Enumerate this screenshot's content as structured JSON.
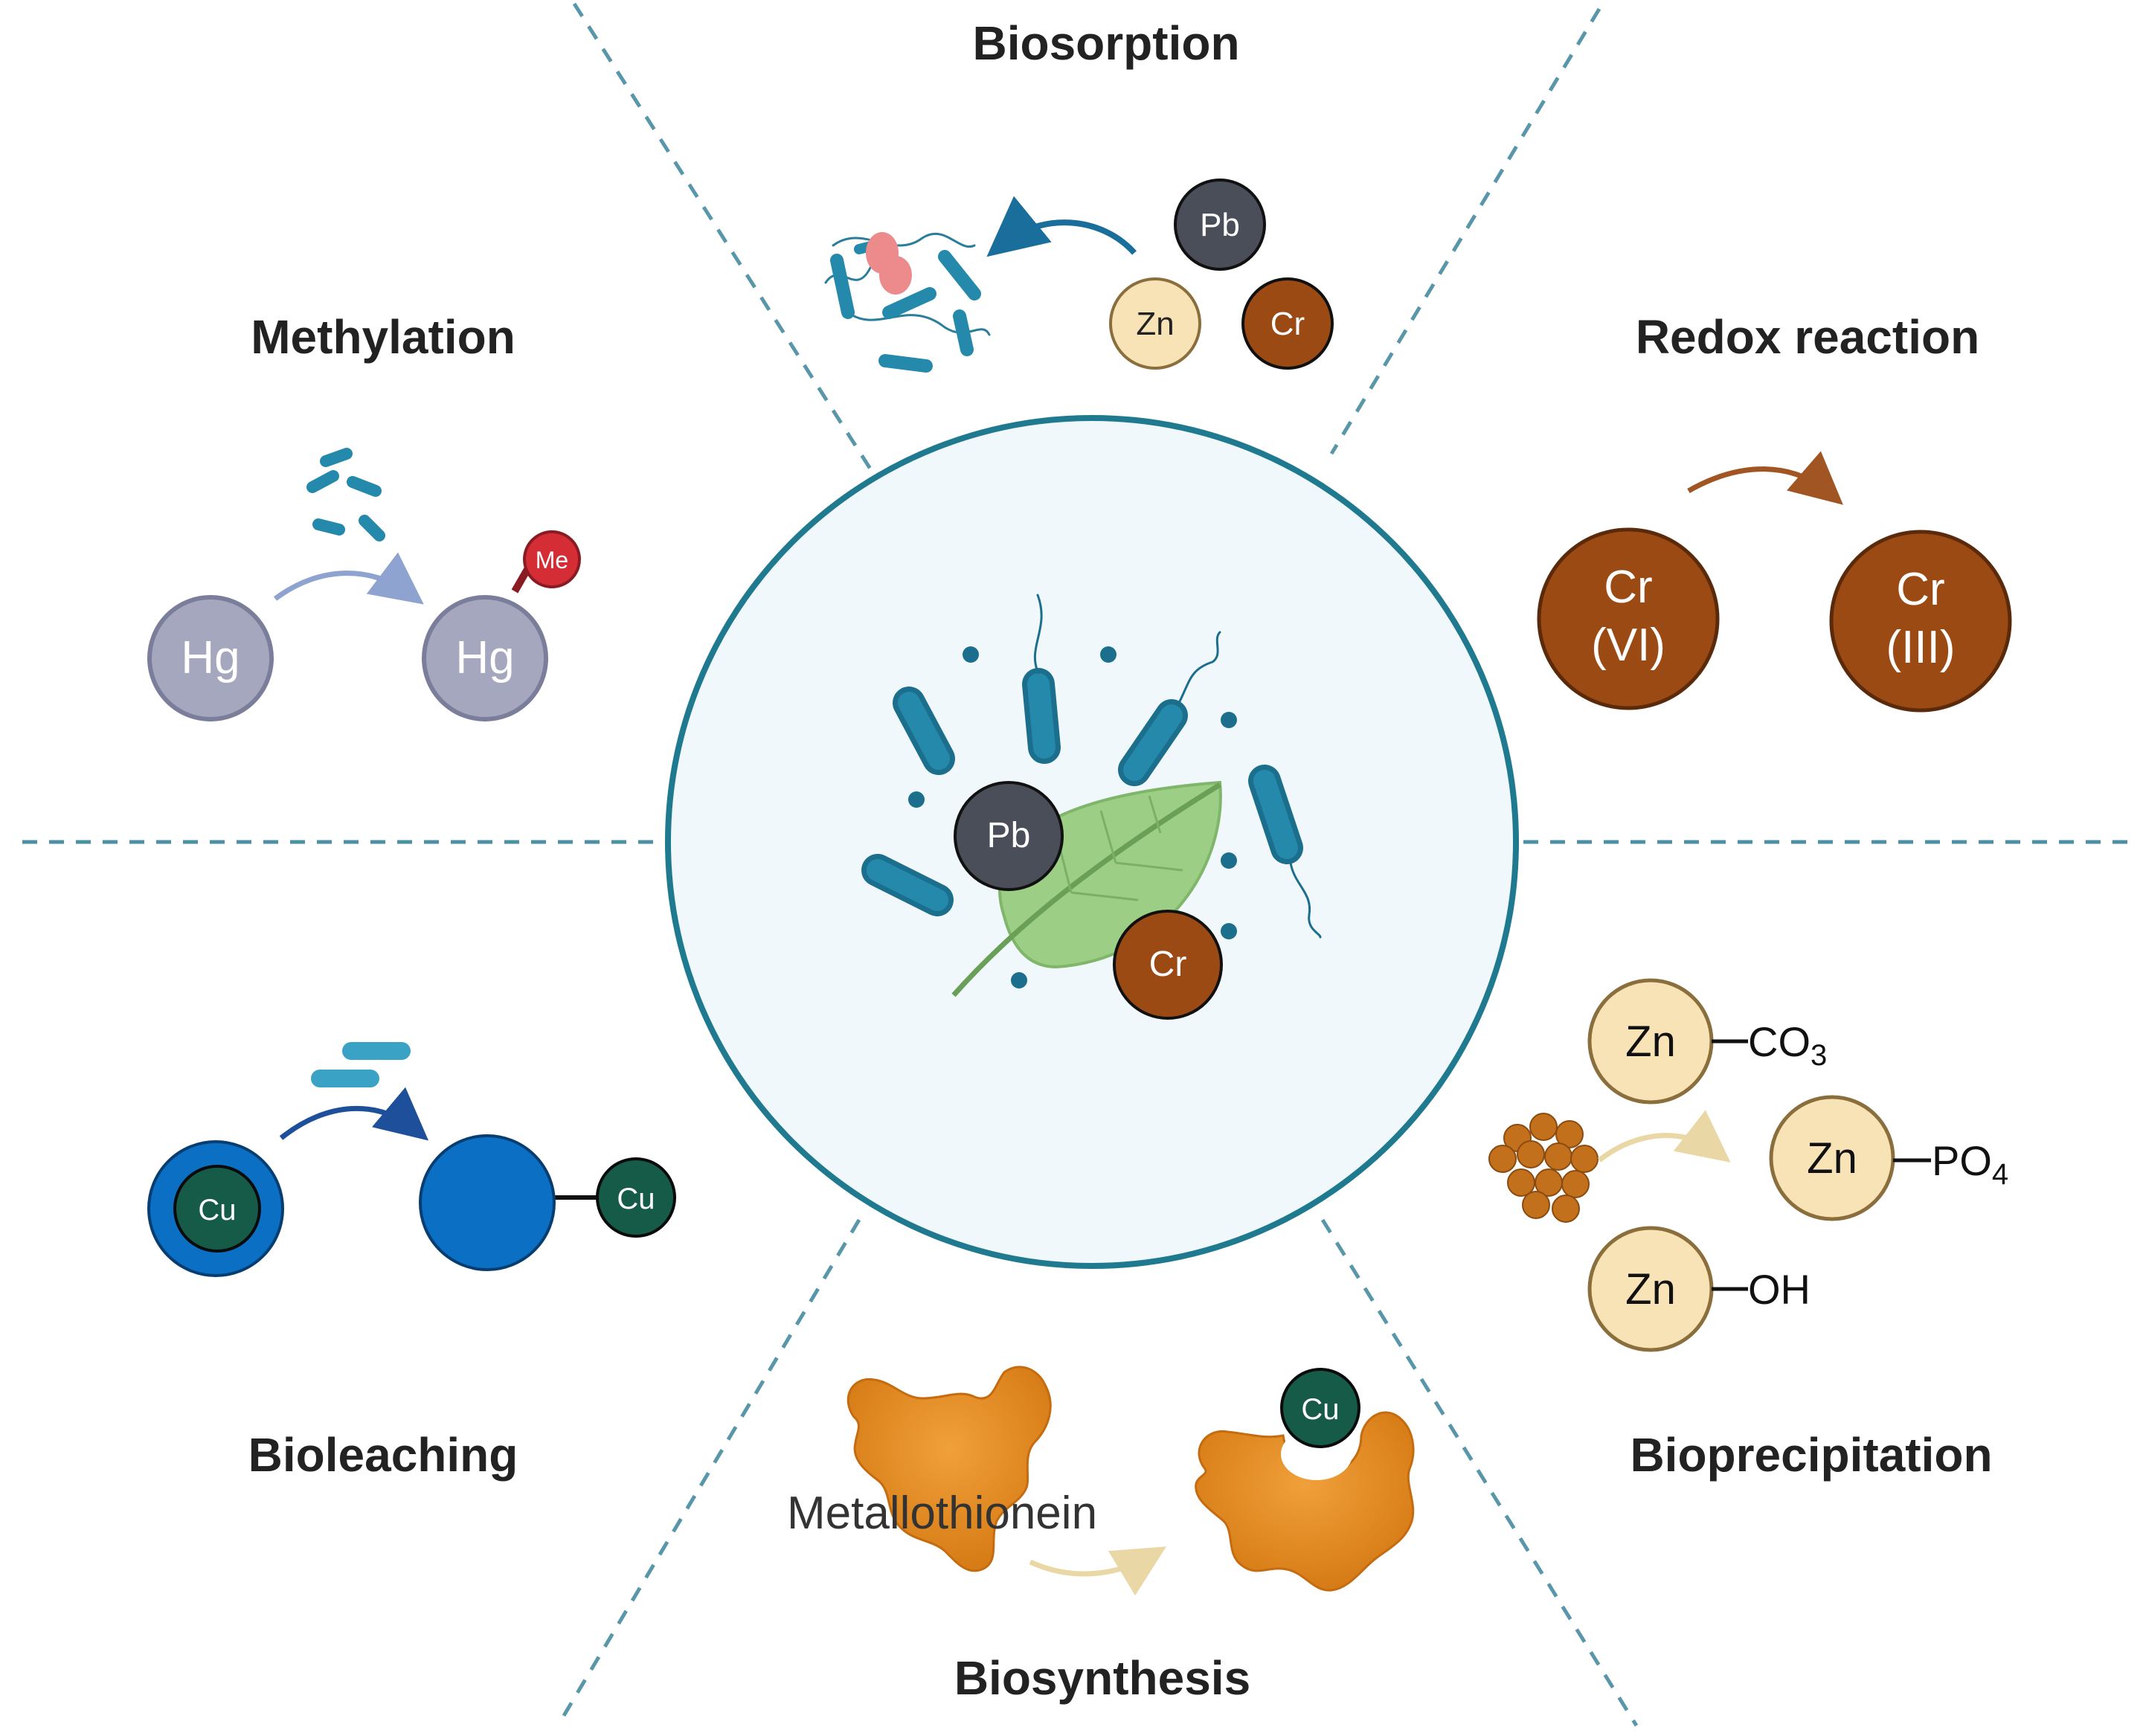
{
  "sections": {
    "biosorption": {
      "title": "Biosorption",
      "metals": [
        "Pb",
        "Zn",
        "Cr"
      ]
    },
    "methylation": {
      "title": "Methylation",
      "reactant": "Hg",
      "product": "Hg",
      "methyl_label": "Me"
    },
    "redox": {
      "title": "Redox reaction",
      "from_element": "Cr",
      "from_state": "(VI)",
      "to_element": "Cr",
      "to_state": "(III)"
    },
    "bioleaching": {
      "title": "Bioleaching",
      "inner_metal": "Cu",
      "released_metal": "Cu"
    },
    "bioprecipitation": {
      "title": "Bioprecipitation",
      "metal": "Zn",
      "groups": [
        {
          "base": "CO",
          "sub": "3"
        },
        {
          "base": "PO",
          "sub": "4"
        },
        {
          "base": "OH",
          "sub": ""
        }
      ]
    },
    "biosynthesis": {
      "title": "Biosynthesis",
      "protein_label": "Metallothionein",
      "bound_metal": "Cu"
    }
  },
  "center": {
    "metals": [
      "Pb",
      "Cr"
    ]
  },
  "colors": {
    "divider": "#2e7d94",
    "hub_fill": "#f0f8fc",
    "hub_stroke": "#1f7a90",
    "bacteria": "#2589ab",
    "bacteria_dark": "#1b6f8c",
    "pb": "#4a4e58",
    "cr": "#9c4a14",
    "zn_fill": "#f8e3b6",
    "zn_stroke": "#8a6e3c",
    "hg_fill": "#a5a7be",
    "hg_stroke": "#7b7e9b",
    "me": "#d42d35",
    "cu_dark": "#165a48",
    "leach_blue": "#0b6fc4",
    "protein": "#e2861a",
    "leaf": "#9ccf85"
  },
  "icons": [
    "bacteria-icon",
    "leaf-icon",
    "protein-icon",
    "arrow-icon"
  ]
}
